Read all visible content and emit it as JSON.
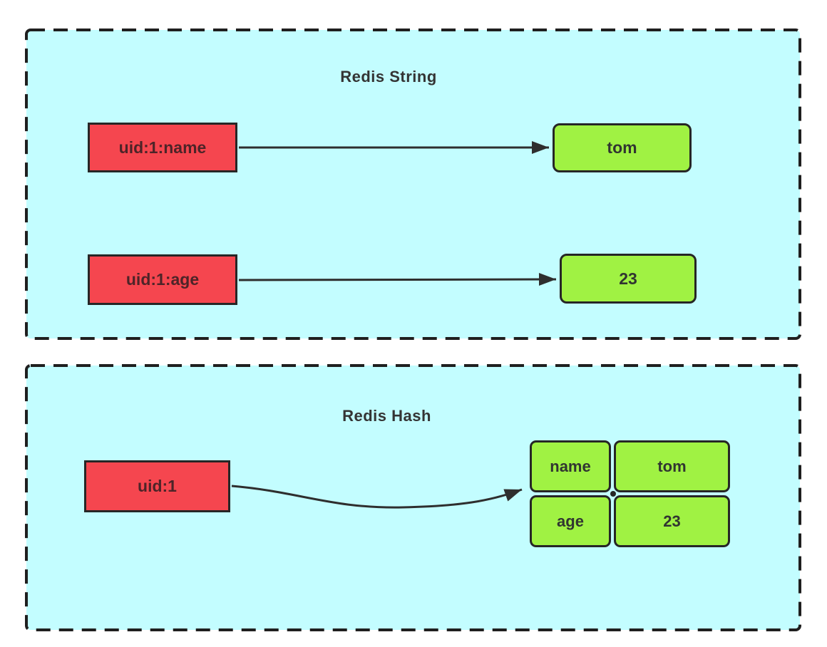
{
  "diagram": {
    "panels": [
      {
        "title": "Redis String",
        "rows": [
          {
            "key": "uid:1:name",
            "value": "tom"
          },
          {
            "key": "uid:1:age",
            "value": "23"
          }
        ]
      },
      {
        "title": "Redis Hash",
        "key": "uid:1",
        "hash_fields": [
          {
            "field": "name",
            "value": "tom"
          },
          {
            "field": "age",
            "value": "23"
          }
        ]
      }
    ]
  },
  "colors": {
    "page_bg": "#ffffff",
    "panel_bg": "#c3fdff",
    "panel_border": "#1f1f1f",
    "key_box_bg": "#f5464f",
    "box_border": "#262626",
    "key_text": "#4d2428",
    "value_box_bg": "#a0f243",
    "value_text": "#313531",
    "title_text": "#343434",
    "arrow": "#2e2e2e"
  }
}
